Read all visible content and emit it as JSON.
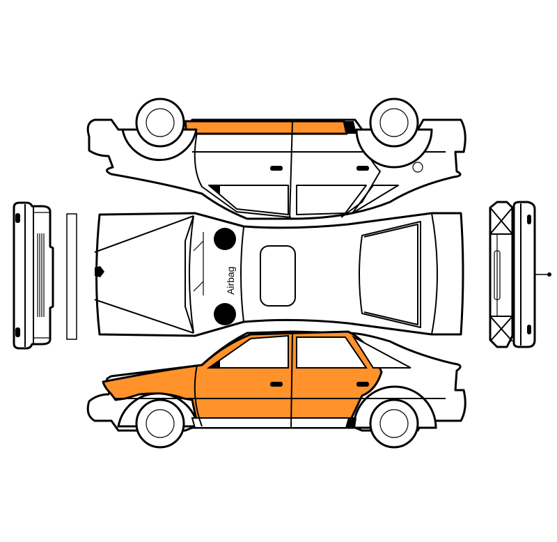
{
  "diagram": {
    "type": "vehicle-damage-inspection-sheet",
    "views": [
      {
        "id": "left-side",
        "orientation": "upside-down",
        "damaged_parts": [
          "roof-rail-front",
          "roof-rail-rear"
        ]
      },
      {
        "id": "top",
        "orientation": "plan",
        "damaged_parts": []
      },
      {
        "id": "right-side",
        "orientation": "upright",
        "damaged_parts": [
          "front-fender",
          "front-door",
          "rear-door",
          "a-pillar",
          "roof-rail"
        ]
      },
      {
        "id": "front",
        "orientation": "end-view",
        "damaged_parts": []
      },
      {
        "id": "rear",
        "orientation": "end-view",
        "damaged_parts": []
      }
    ],
    "labels": {
      "airbag": "Airbag"
    },
    "colors": {
      "damage": "#FF922B",
      "outline": "#000000",
      "body": "#FFFFFF"
    },
    "markers": {
      "airbag_markers": 2,
      "antenna": "rear-end"
    }
  }
}
